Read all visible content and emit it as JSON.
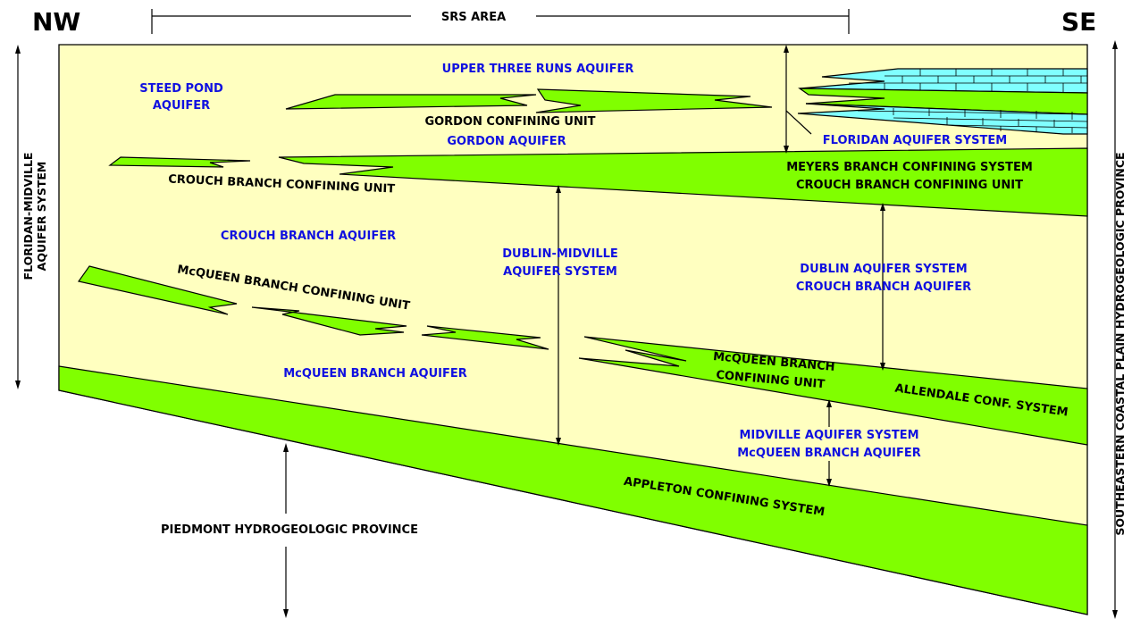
{
  "corners": {
    "nw": "NW",
    "se": "SE"
  },
  "srs_area": "SRS AREA",
  "side": {
    "left_line1": "FLORIDAN-MIDVILLE",
    "left_line2": "AQUIFER SYSTEM",
    "right": "SOUTHEASTERN COASTAL PLAIN HYDROGEOLOGIC PROVINCE"
  },
  "aquifers": {
    "steed_pond_1": "STEED POND",
    "steed_pond_2": "AQUIFER",
    "upper_three_runs": "UPPER THREE RUNS AQUIFER",
    "gordon": "GORDON AQUIFER",
    "floridan": "FLORIDAN AQUIFER SYSTEM",
    "crouch_branch": "CROUCH BRANCH AQUIFER",
    "dublin_midville_1": "DUBLIN-MIDVILLE",
    "dublin_midville_2": "AQUIFER SYSTEM",
    "dublin_1": "DUBLIN AQUIFER SYSTEM",
    "dublin_2": "CROUCH BRANCH AQUIFER",
    "mcqueen_branch": "McQUEEN BRANCH AQUIFER",
    "midville_1": "MIDVILLE AQUIFER SYSTEM",
    "midville_2": "McQUEEN BRANCH AQUIFER"
  },
  "confining": {
    "gordon_cu": "GORDON CONFINING UNIT",
    "crouch_cu": "CROUCH BRANCH CONFINING UNIT",
    "meyers_1": "MEYERS BRANCH CONFINING SYSTEM",
    "meyers_2": "CROUCH BRANCH CONFINING UNIT",
    "mcqueen_cu": "McQUEEN BRANCH CONFINING UNIT",
    "mcqueen_cu_se_1": "McQUEEN BRANCH",
    "mcqueen_cu_se_2": "CONFINING UNIT",
    "allendale": "ALLENDALE CONF. SYSTEM",
    "appleton": "APPLETON CONFINING SYSTEM"
  },
  "basement": "PIEDMONT HYDROGEOLOGIC PROVINCE",
  "colors": {
    "aquifer_fill": "#ffffc0",
    "confining_fill": "#80ff00",
    "limestone_fill": "#80ffff",
    "aquifer_text": "#1010e0"
  }
}
